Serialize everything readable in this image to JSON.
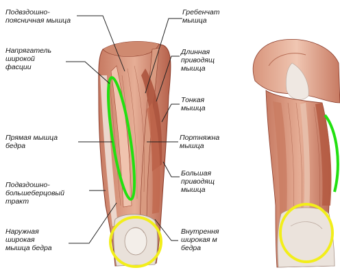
{
  "labels": {
    "iliopsoas": "Подвздошно-\nпоясничная мышца",
    "tensor_fasciae": "Напрягатель\nширокой\nфасции",
    "rectus_femoris": "Прямая мышца\nбедра",
    "iliotibial_tract": "Подвздошно-\nбольшеберцовый\nтракт",
    "vastus_lateralis": "Наружная\nширокая\nмышца бедра",
    "pectineus": "Гребенчат\nмышца",
    "adductor_longus": "Длинная\nприводящ\nмышца",
    "gracilis": "Тонкая\nмышца",
    "sartorius": "Портняжна\nмышца",
    "adductor_magnus": "Большая\nприводящ\nмышца",
    "vastus_medialis": "Внутрення\nширокая м\nбедра"
  },
  "colors": {
    "highlight_green": "#22e010",
    "highlight_yellow": "#f2ee1a",
    "muscle_dark": "#b85a40",
    "muscle_light": "#e0a48c",
    "tendon": "#e8e2dc",
    "leader_line": "#222222"
  }
}
